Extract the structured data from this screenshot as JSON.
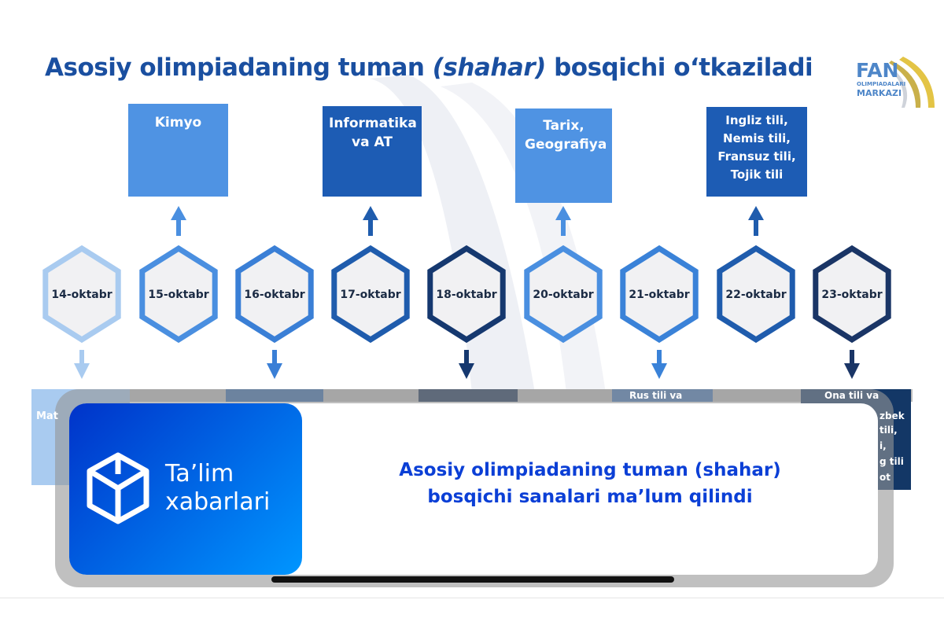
{
  "title": {
    "part1": "Asosiy olimpiadaning tuman ",
    "italic": "(shahar)",
    "part2": " bosqichi o‘tkaziladi"
  },
  "logo": {
    "line1": "FAN",
    "line2": "OLIMPIADALARI",
    "line3": "MARKAZI"
  },
  "top_boxes": [
    {
      "text": "Kimyo",
      "color": "#4f93e3"
    },
    {
      "text": "Informatika va AT",
      "color": "#1d5cb4"
    },
    {
      "text": "Tarix, Geografiya",
      "color": "#4f93e3"
    },
    {
      "text": "Ingliz tili, Nemis tili, Fransuz tili, Tojik tili",
      "color": "#1d5cb4"
    }
  ],
  "dates": [
    {
      "label": "14-oktabr",
      "color": "#a9cbf0"
    },
    {
      "label": "15-oktabr",
      "color": "#4a8fe0"
    },
    {
      "label": "16-oktabr",
      "color": "#3a7fd6"
    },
    {
      "label": "17-oktabr",
      "color": "#1f5cad"
    },
    {
      "label": "18-oktabr",
      "color": "#15386f"
    },
    {
      "label": "20-oktabr",
      "color": "#4a8fe0"
    },
    {
      "label": "21-oktabr",
      "color": "#3a82d8"
    },
    {
      "label": "22-oktabr",
      "color": "#1f5cad"
    },
    {
      "label": "23-oktabr",
      "color": "#1a3566"
    }
  ],
  "bottom_partial": {
    "mat": "Mat",
    "rus": "Rus tili va",
    "ona": "Ona tili va",
    "ona2": "zbek",
    "ona3": "tili,",
    "ona4": "i,",
    "ona5": "g tili",
    "ona6": "ot"
  },
  "card": {
    "brand_line1": "Ta’lim",
    "brand_line2": "xabarlari",
    "headline_line1": "Asosiy olimpiadaning tuman (shahar)",
    "headline_line2": "bosqichi sanalari ma’lum qilindi"
  }
}
